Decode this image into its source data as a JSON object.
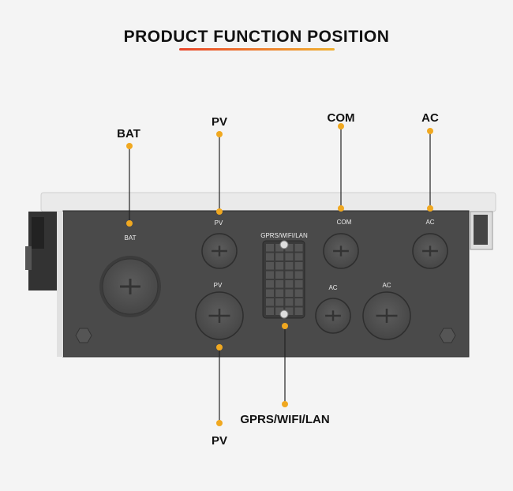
{
  "title": "PRODUCT FUNCTION POSITION",
  "colors": {
    "accent_start": "#e8452a",
    "accent_end": "#f0b030",
    "dot": "#f0a820",
    "panel": "#4a4a4a",
    "frame": "#e9e9e9"
  },
  "callouts": {
    "bat": "BAT",
    "pv_top": "PV",
    "com": "COM",
    "ac": "AC",
    "gprs": "GPRS/WIFI/LAN",
    "pv_bottom": "PV"
  },
  "panel_labels": {
    "bat": "BAT",
    "pv_top": "PV",
    "pv_bottom": "PV",
    "gprs": "GPRS/WIFI/LAN",
    "com": "COM",
    "ac_top": "AC",
    "ac_mid": "AC",
    "ac_right": "AC"
  }
}
